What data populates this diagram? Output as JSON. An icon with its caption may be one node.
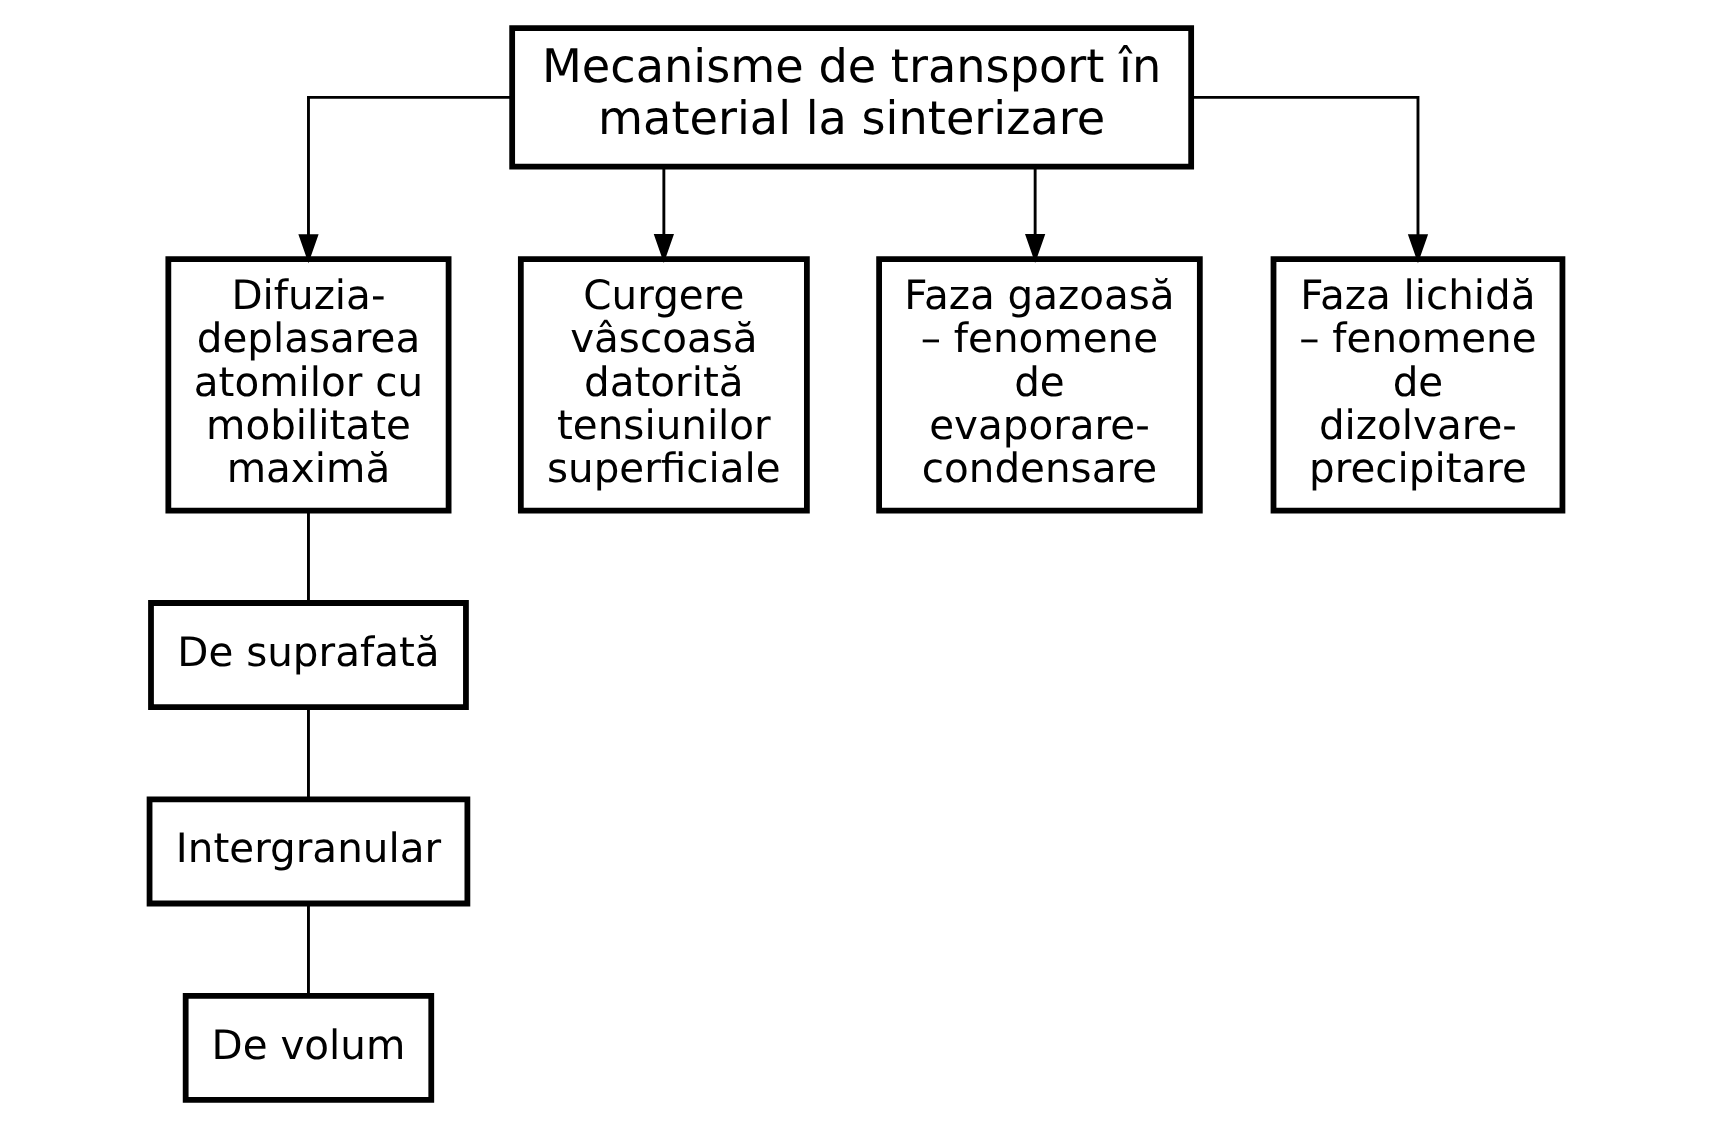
{
  "diagram": {
    "nodes": [
      {
        "text": [
          "Mecanisme de transport în material la sinterizare"
        ]
      },
      {
        "text": [
          "Difuzia-deplasarea atomilor cu mobilitate maximă"
        ]
      },
      {
        "text": [
          "Curgere vâscoasă datorită tensiunilor superficiale"
        ]
      },
      {
        "text": [
          "Faza gazoasă – fenomene de evaporare-condensare"
        ]
      },
      {
        "text": [
          "Faza lichidă – fenomene de dizolvare-precipitare"
        ]
      },
      {
        "text": [
          "De suprafată"
        ]
      },
      {
        "text": [
          "Intergranular"
        ]
      },
      {
        "text": [
          "De volum"
        ]
      }
    ],
    "edges": [
      {
        "from": 0,
        "to": 1,
        "arrow": "to"
      },
      {
        "from": 0,
        "to": 2,
        "arrow": "to"
      },
      {
        "from": 0,
        "to": 3,
        "arrow": "to"
      },
      {
        "from": 0,
        "to": 4,
        "arrow": "to"
      },
      {
        "from": 1,
        "to": 5,
        "arrow": "none"
      },
      {
        "from": 5,
        "to": 6,
        "arrow": "none"
      },
      {
        "from": 6,
        "to": 7,
        "arrow": "none"
      }
    ]
  }
}
